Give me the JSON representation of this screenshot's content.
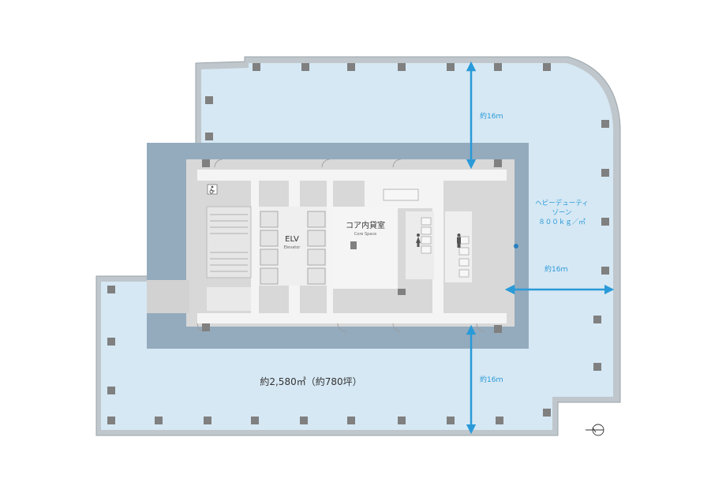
{
  "labels": {
    "elv": "ELV",
    "elv_sub": "Elevator",
    "core": "コア内貸室",
    "core_sub": "Core Space",
    "area": "約2,580㎡（約780坪）",
    "dim_top": "約16ｍ",
    "dim_right": "約16ｍ",
    "dim_bottom": "約16ｍ",
    "heavy_line1": "ヘビーデューティ",
    "heavy_line2": "ゾーン",
    "heavy_line3": "８００ｋｇ／㎡"
  },
  "icons": {
    "accessible": "wheelchair-icon",
    "restroom_female": "female-icon",
    "restroom_male": "male-icon",
    "north": "north-arrow-icon"
  },
  "colors": {
    "floor": "#d6e8f4",
    "heavy_zone": "#94abbd",
    "core": "#d8d8d8",
    "corridor": "#f2f2f2",
    "column": "#808080",
    "dimension": "#2a9ad8",
    "label_blue": "#2a9ad8",
    "text": "#333333"
  }
}
